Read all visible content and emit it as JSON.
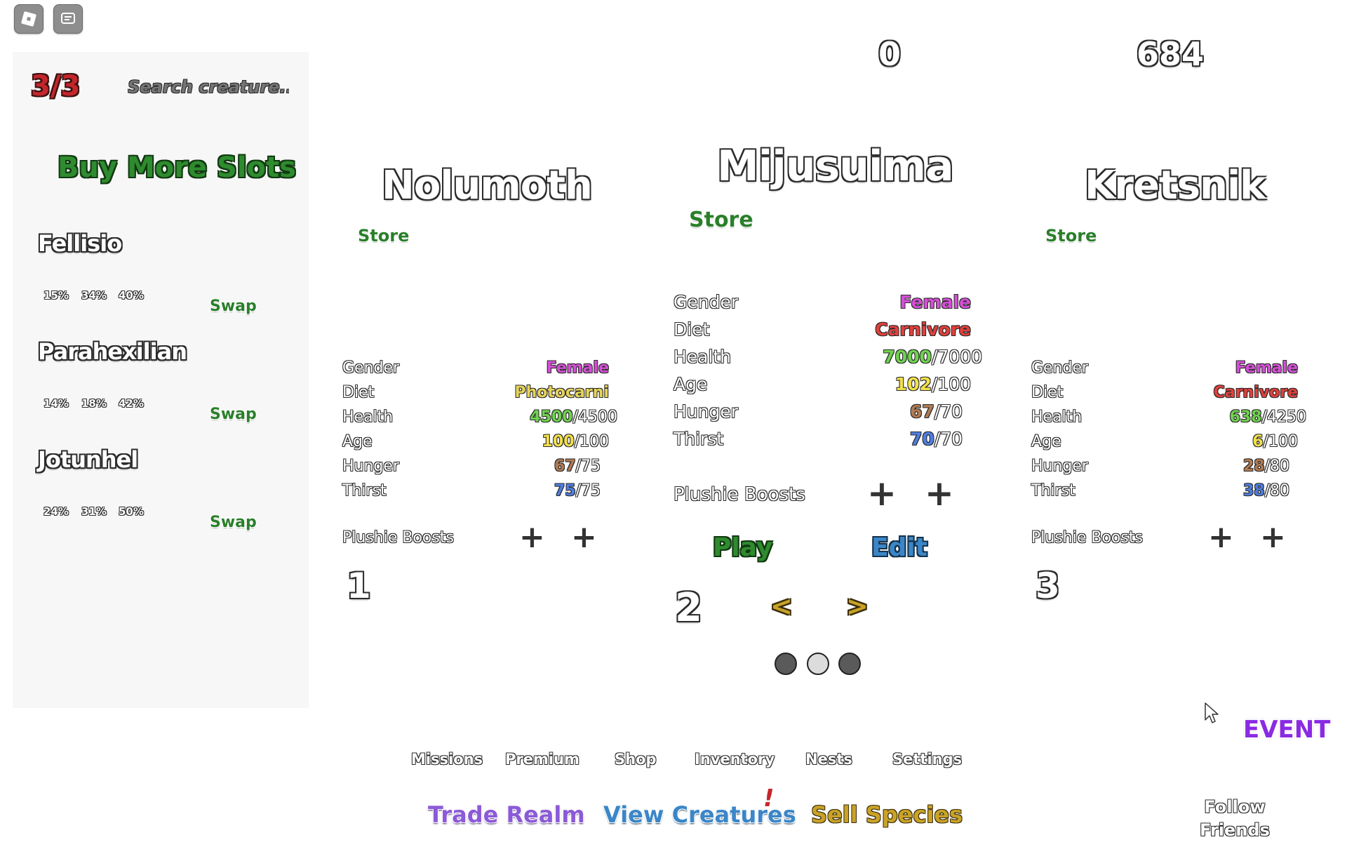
{
  "topbar": {
    "counter_left": "0",
    "counter_right": "684"
  },
  "sidebar": {
    "slots": "3/3",
    "search_placeholder": "Search creature...",
    "buy_slots_label": "Buy More Slots",
    "swap_label": "Swap",
    "creatures": [
      {
        "name": "Fellisio",
        "pcts": [
          "15%",
          "34%",
          "40%"
        ]
      },
      {
        "name": "Parahexilian",
        "pcts": [
          "14%",
          "18%",
          "42%"
        ]
      },
      {
        "name": "Jotunhel",
        "pcts": [
          "24%",
          "31%",
          "50%"
        ]
      }
    ]
  },
  "slots": [
    {
      "name": "Nolumoth",
      "store": "Store",
      "number": "1",
      "stats": [
        {
          "label": "Gender",
          "value": "Female",
          "color": "#d44fd6"
        },
        {
          "label": "Diet",
          "value": "Photocarni",
          "color": "#e6d45a"
        },
        {
          "label": "Health",
          "value": "4500",
          "max": "/4500",
          "color": "#6fd24f"
        },
        {
          "label": "Age",
          "value": "100",
          "max": "/100",
          "color": "#f2e14a"
        },
        {
          "label": "Hunger",
          "value": "67",
          "max": "/75",
          "color": "#b07a52"
        },
        {
          "label": "Thirst",
          "value": "75",
          "max": "/75",
          "color": "#4f7ee0"
        }
      ],
      "plushie_label": "Plushie Boosts"
    },
    {
      "name": "Mijusuima",
      "store": "Store",
      "number": "2",
      "stats": [
        {
          "label": "Gender",
          "value": "Female",
          "color": "#d44fd6"
        },
        {
          "label": "Diet",
          "value": "Carnivore",
          "color": "#e0403c"
        },
        {
          "label": "Health",
          "value": "7000",
          "max": "/7000",
          "color": "#6fd24f"
        },
        {
          "label": "Age",
          "value": "102",
          "max": "/100",
          "color": "#f2e14a"
        },
        {
          "label": "Hunger",
          "value": "67",
          "max": "/70",
          "color": "#b07a52"
        },
        {
          "label": "Thirst",
          "value": "70",
          "max": "/70",
          "color": "#4f7ee0"
        }
      ],
      "plushie_label": "Plushie Boosts",
      "play_label": "Play",
      "edit_label": "Edit",
      "prev_label": "<",
      "next_label": ">"
    },
    {
      "name": "Kretsnik",
      "store": "Store",
      "number": "3",
      "stats": [
        {
          "label": "Gender",
          "value": "Female",
          "color": "#d44fd6"
        },
        {
          "label": "Diet",
          "value": "Carnivore",
          "color": "#e0403c"
        },
        {
          "label": "Health",
          "value": "638",
          "max": "/4250",
          "color": "#6fd24f"
        },
        {
          "label": "Age",
          "value": "6",
          "max": "/100",
          "color": "#f2e14a"
        },
        {
          "label": "Hunger",
          "value": "28",
          "max": "/80",
          "color": "#b07a52"
        },
        {
          "label": "Thirst",
          "value": "38",
          "max": "/80",
          "color": "#4f7ee0"
        }
      ],
      "plushie_label": "Plushie Boosts"
    }
  ],
  "nav": {
    "missions": "Missions",
    "premium": "Premium",
    "shop": "Shop",
    "inventory": "Inventory",
    "nests": "Nests",
    "settings": "Settings"
  },
  "actions": {
    "trade_realm": "Trade Realm",
    "view_creatures": "View Creatures",
    "view_creatures_alert": "!",
    "sell_species": "Sell Species",
    "event": "EVENT",
    "follow_friends_1": "Follow",
    "follow_friends_2": "Friends"
  },
  "colors": {
    "store_green": "#2a7f2a",
    "trade_purple": "#8b5ad8",
    "view_blue": "#3b86c8",
    "sell_gold": "#c9a227",
    "event_purple": "#8a2be2"
  }
}
